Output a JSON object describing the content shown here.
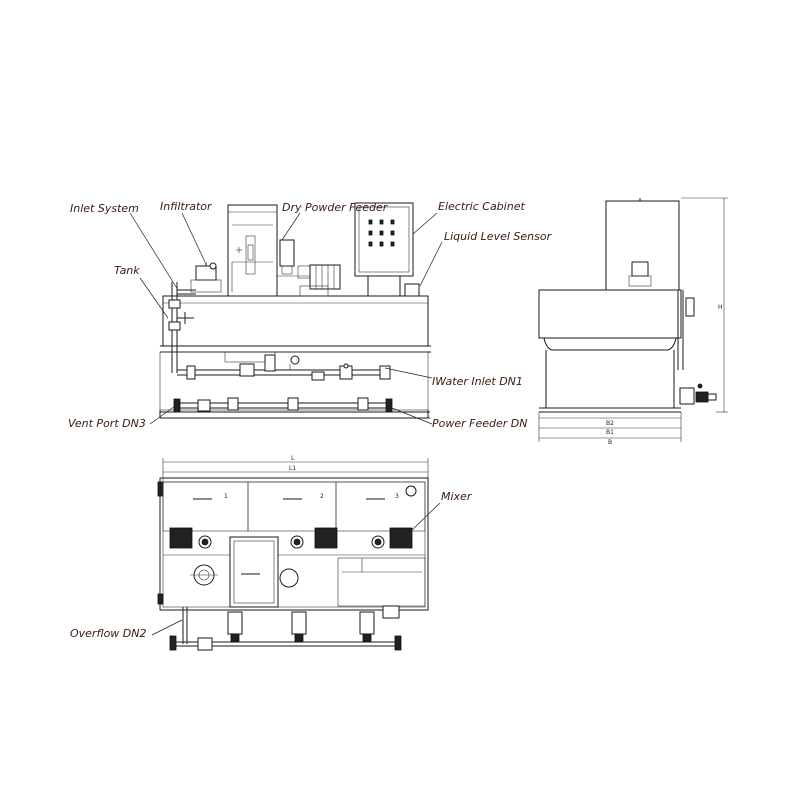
{
  "labels": {
    "inlet_system": "Inlet System",
    "infiltrator": "Infiltrator",
    "dry_powder_feeder": "Dry Powder Feeder",
    "electric_cabinet": "Electric Cabinet",
    "liquid_level_sensor": "Liquid Level Sensor",
    "tank": "Tank",
    "water_inlet": "IWater Inlet DN1",
    "vent_port": "Vent Port DN3",
    "power_feeder": "Power Feeder DN",
    "mixer": "Mixer",
    "overflow": "Overflow DN2"
  },
  "dimensions": {
    "side_b2": "B2",
    "side_b1": "B1",
    "side_b": "B",
    "side_h": "H",
    "top_l": "L",
    "top_l1": "L1"
  },
  "compartments": [
    "1",
    "2",
    "3"
  ],
  "colors": {
    "label_text": "#3a1a10",
    "line": "#1a1a1a"
  }
}
